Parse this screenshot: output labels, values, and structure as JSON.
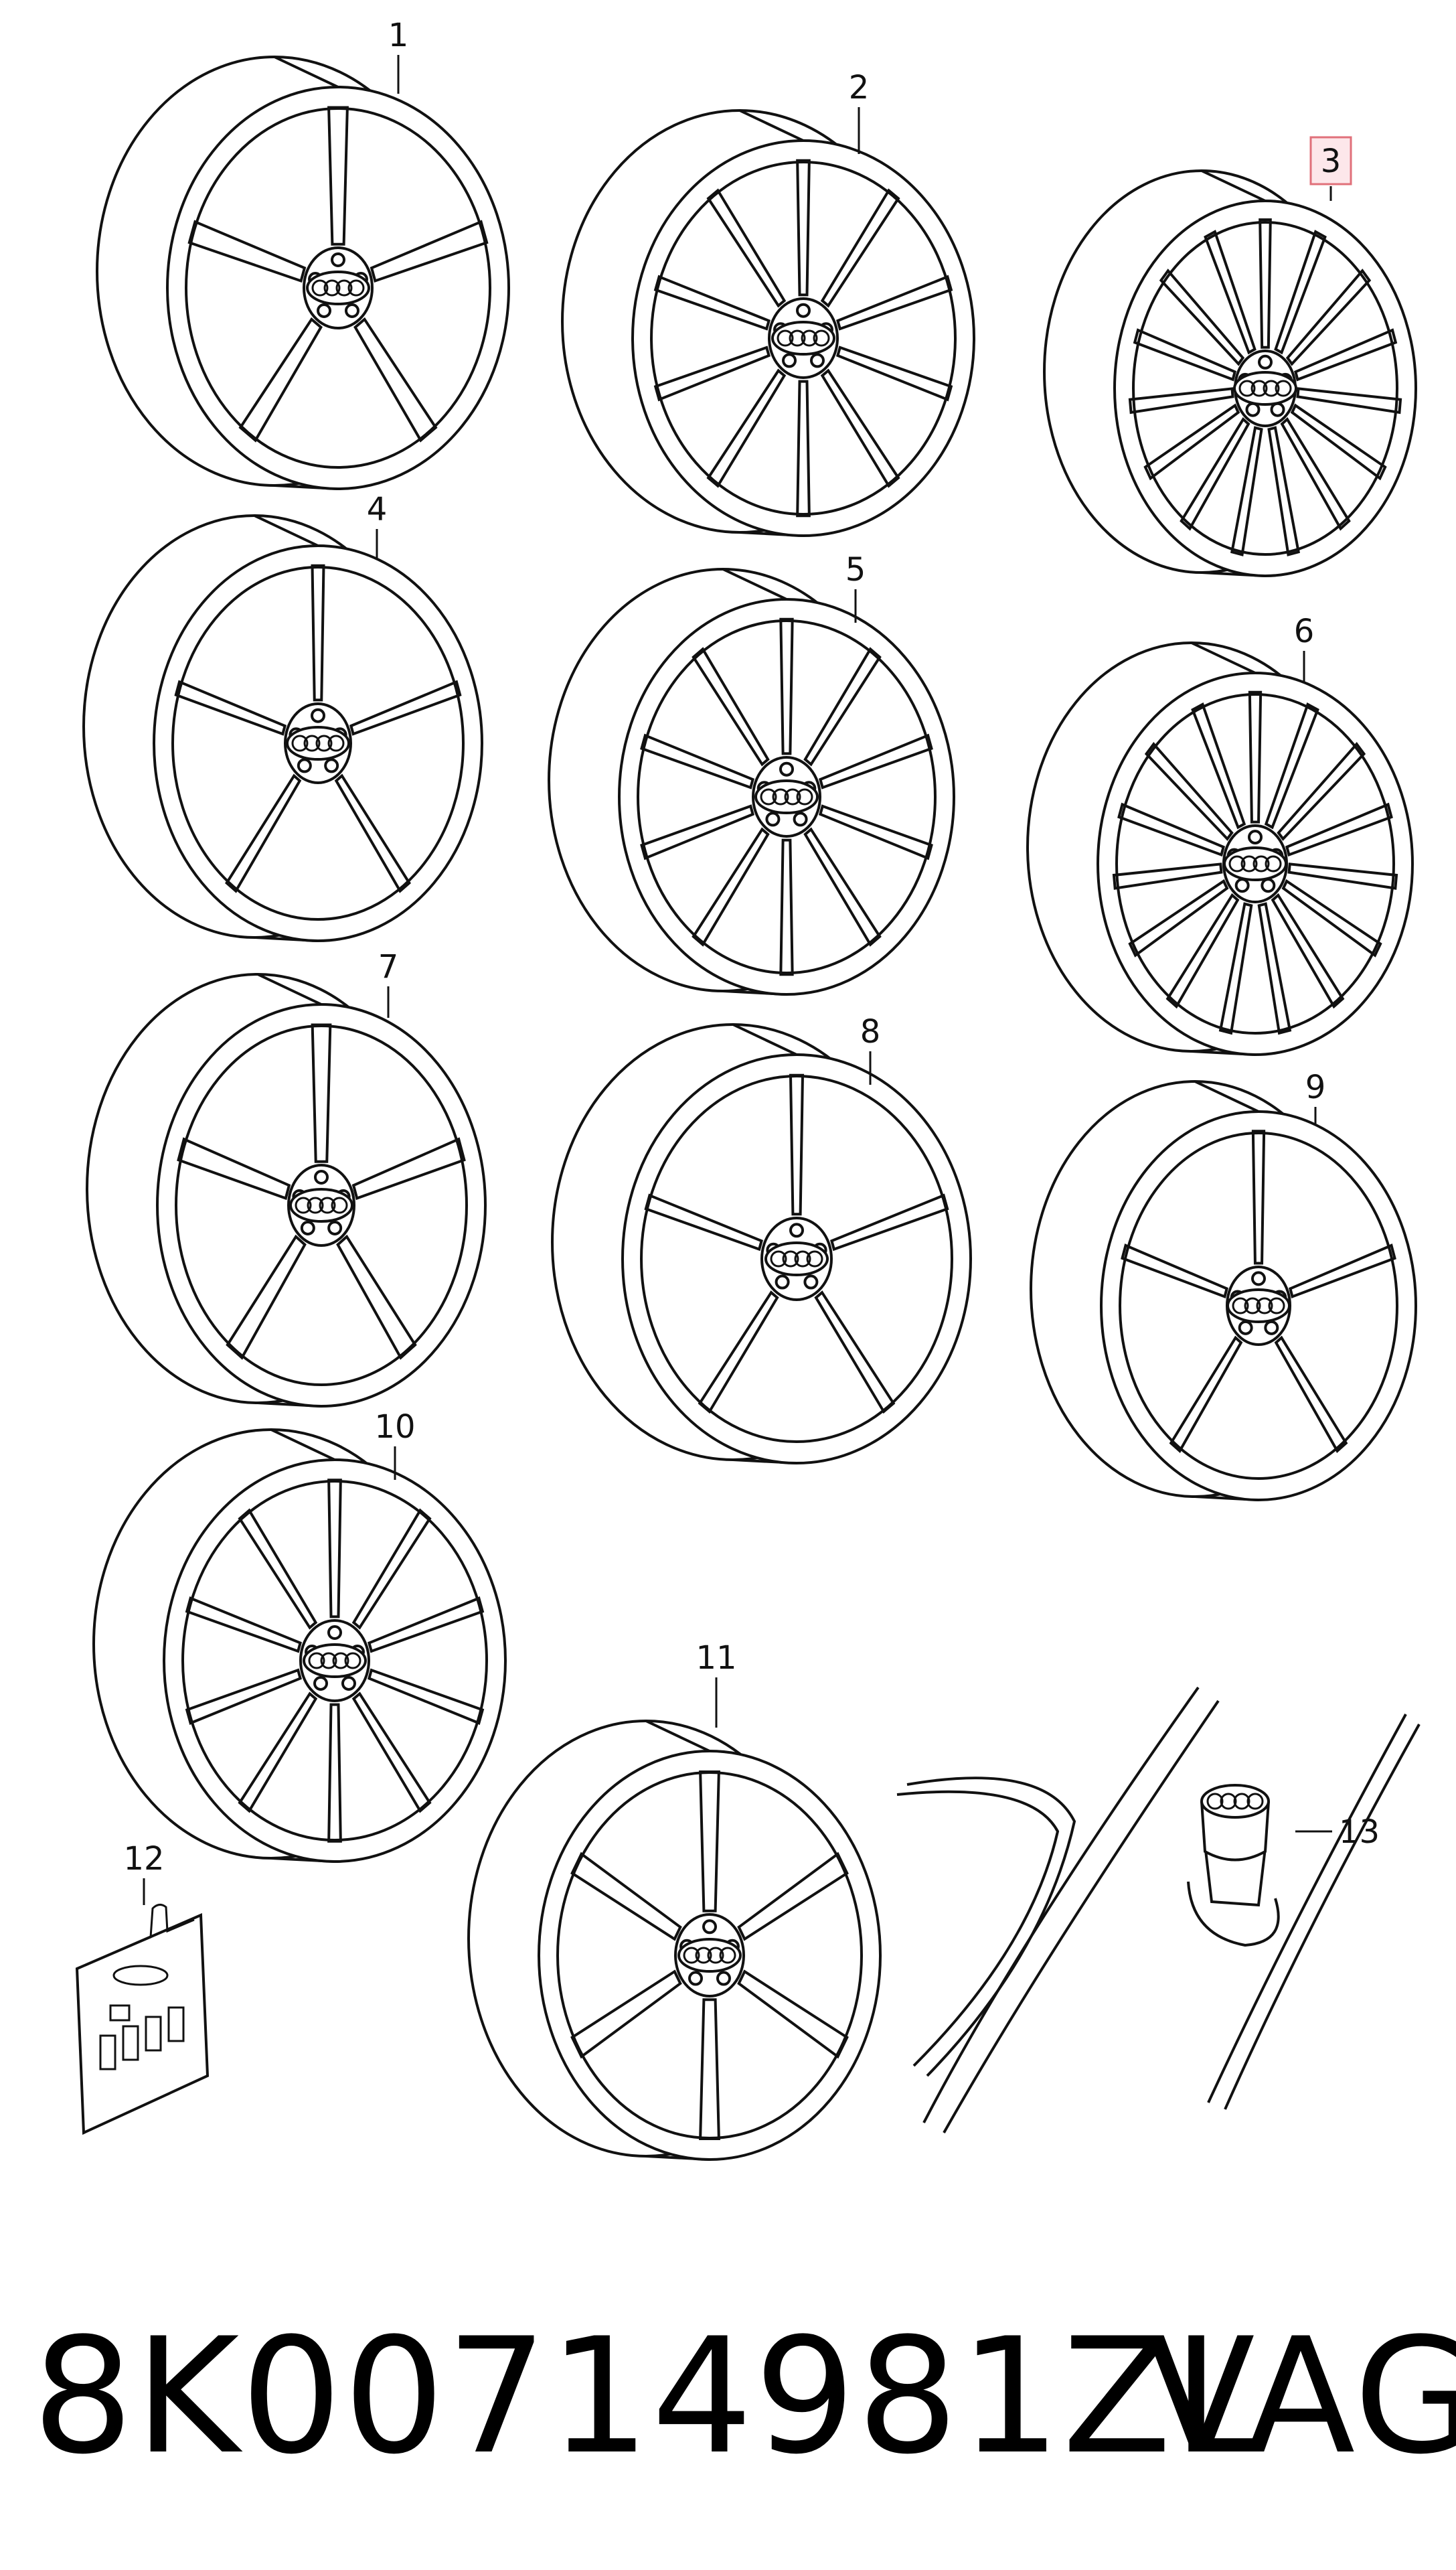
{
  "diagram": {
    "callouts": [
      "1",
      "2",
      "3",
      "4",
      "5",
      "6",
      "7",
      "8",
      "9",
      "10",
      "11",
      "12",
      "13"
    ],
    "highlighted_callout": "3",
    "highlight_color": "#e0707a",
    "line_color": "#111111"
  },
  "footer": {
    "part_number": "8K00714981ZL",
    "brand": "VAG"
  }
}
